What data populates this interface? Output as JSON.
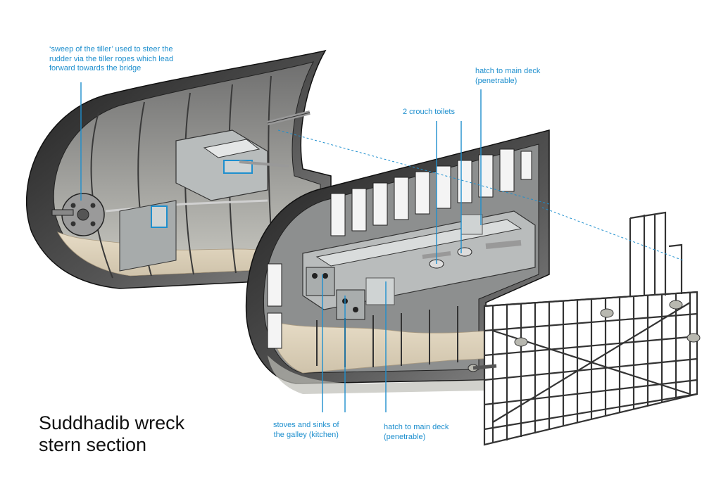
{
  "title": {
    "line1": "Suddhadib wreck",
    "line2": "stern section"
  },
  "callouts": {
    "tiller": {
      "line1": "‘sweep of the tiller’ used to steer the",
      "line2": "rudder via the tiller ropes which lead",
      "line3": "forward towards the bridge"
    },
    "hatch_top": {
      "line1": "hatch to main deck",
      "line2": "(penetrable)"
    },
    "toilets": {
      "line1": "2 crouch toilets"
    },
    "galley": {
      "line1": "stoves and sinks of",
      "line2": "the galley (kitchen)"
    },
    "hatch_bottom": {
      "line1": "hatch to main deck",
      "line2": "(penetrable)"
    }
  },
  "colors": {
    "callout": "#1e8fce",
    "hull_dark": "#2f2f2f",
    "frame": "#4a4a4a",
    "sediment": "#d8ccb6",
    "deck": "#b9bcbc"
  }
}
